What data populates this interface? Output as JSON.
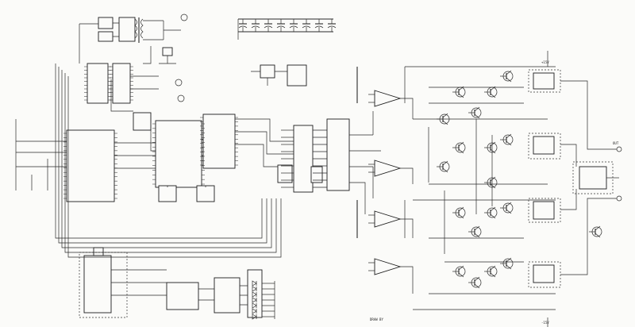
{
  "schematic": {
    "labels": {
      "power_top": "+15V",
      "power_bottom": "-15V",
      "out_label": "OUT",
      "note": "DRAW BY"
    },
    "colors": {
      "ink": "#1c1c1c",
      "paper": "#fbfbf9"
    }
  }
}
